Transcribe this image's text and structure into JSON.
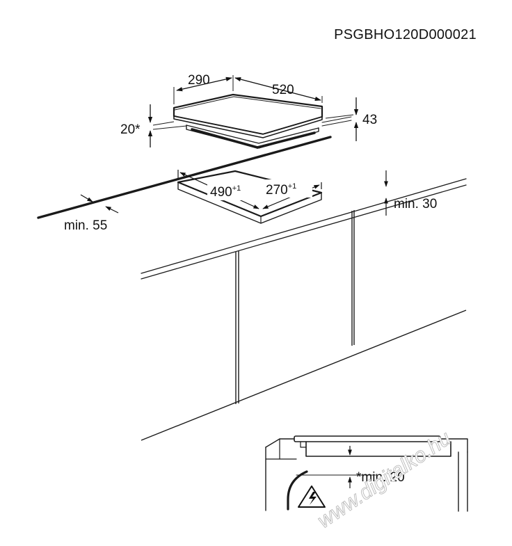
{
  "document_code": "PSGBHO120D000021",
  "hob_dimensions": {
    "depth": "290",
    "width": "520",
    "height": "43",
    "clearance_below": "20*"
  },
  "cutout_dimensions": {
    "width_value": "490",
    "width_tolerance": "+1",
    "depth_value": "270",
    "depth_tolerance": "+1"
  },
  "distances": {
    "min_from_wall": "min. 30",
    "min_from_front": "min. 55"
  },
  "detail": {
    "note": "*min. 20",
    "warning_icon": "electrical-hazard-icon"
  },
  "watermark": "www.digitalko.hu",
  "colors": {
    "line": "#1a1a1a",
    "background": "#ffffff"
  }
}
